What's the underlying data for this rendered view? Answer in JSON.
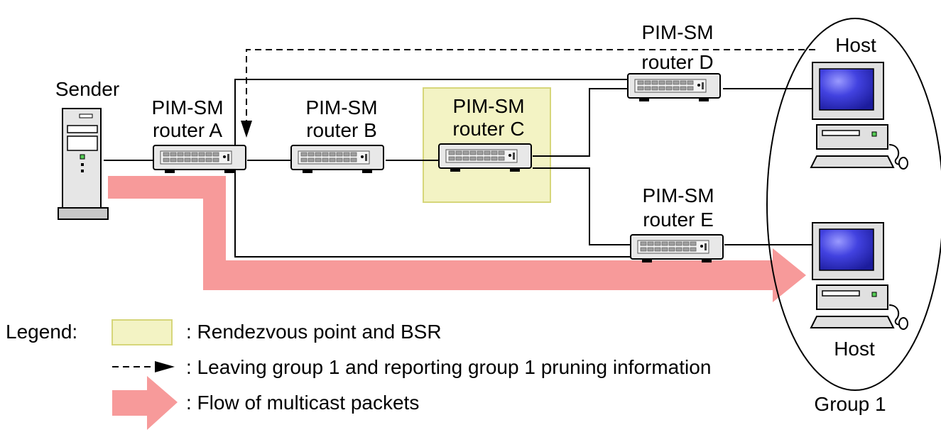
{
  "nodes": {
    "sender": {
      "label": "Sender"
    },
    "router_a": {
      "line1": "PIM-SM",
      "line2": "router A"
    },
    "router_b": {
      "line1": "PIM-SM",
      "line2": "router B"
    },
    "router_c": {
      "line1": "PIM-SM",
      "line2": "router C"
    },
    "router_d": {
      "line1": "PIM-SM",
      "line2": "router D"
    },
    "router_e": {
      "line1": "PIM-SM",
      "line2": "router E"
    },
    "host_top": {
      "label": "Host"
    },
    "host_bottom": {
      "label": "Host"
    },
    "group": {
      "label": "Group 1"
    }
  },
  "legend": {
    "title": "Legend:",
    "rp_bsr": ": Rendezvous point and BSR",
    "pruning": ": Leaving group 1 and reporting group 1 pruning information",
    "flow": ": Flow of multicast packets"
  },
  "colors": {
    "rp_fill": "#f3f3c4",
    "rp_border": "#d6d67a",
    "flow_arrow": "#f79a9a",
    "router_body": "#e4e4e4",
    "host_screen": "#3b3bd0"
  }
}
